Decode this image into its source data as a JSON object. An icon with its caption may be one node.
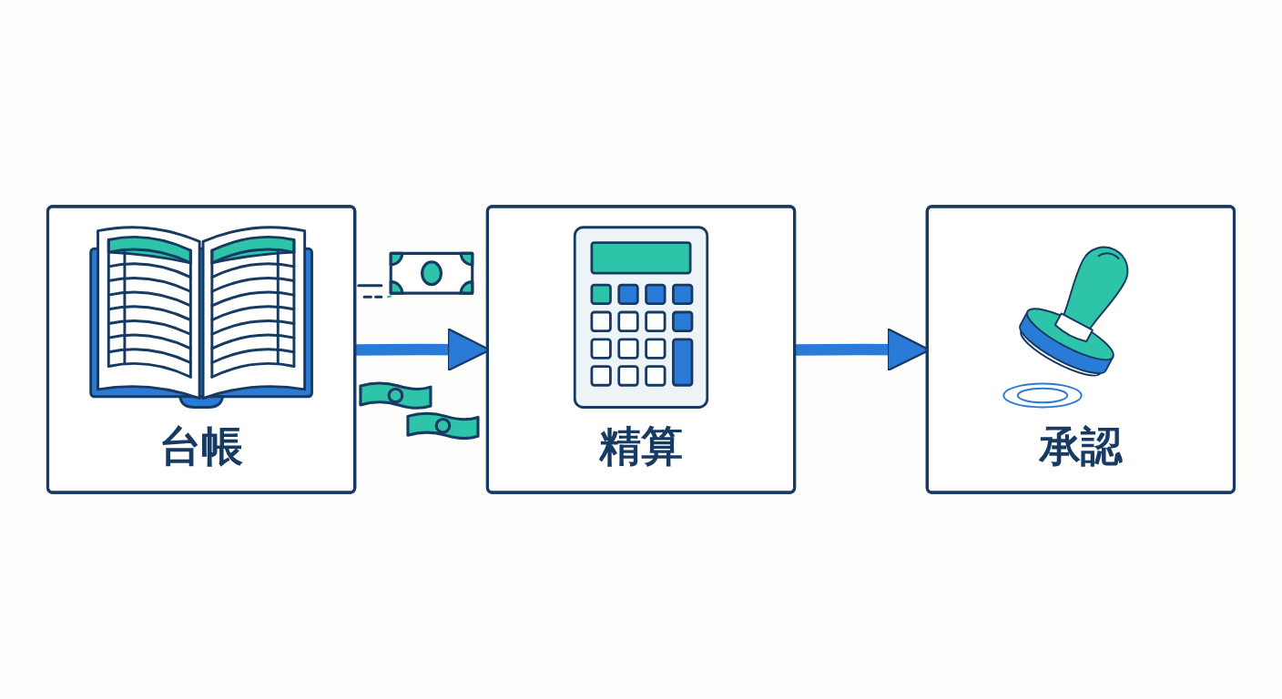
{
  "diagram": {
    "nodes": [
      {
        "text": [
          "台帳"
        ]
      },
      {
        "text": [
          "精算"
        ]
      },
      {
        "text": [
          "承認"
        ]
      }
    ],
    "edges": [
      {
        "from": 0,
        "to": 1,
        "arrow": "to"
      },
      {
        "from": 1,
        "to": 2,
        "arrow": "to"
      }
    ]
  }
}
